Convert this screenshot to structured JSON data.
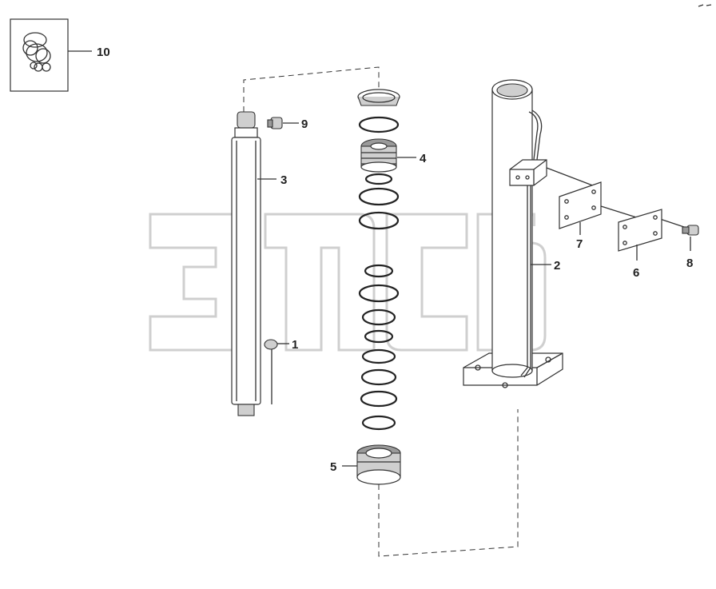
{
  "watermark": {
    "trademark": "TM"
  },
  "callouts": [
    {
      "id": "c1",
      "text": "1"
    },
    {
      "id": "c2",
      "text": "2"
    },
    {
      "id": "c3",
      "text": "3"
    },
    {
      "id": "c4",
      "text": "4"
    },
    {
      "id": "c5",
      "text": "5"
    },
    {
      "id": "c6",
      "text": "6"
    },
    {
      "id": "c7",
      "text": "7"
    },
    {
      "id": "c8",
      "text": "8"
    },
    {
      "id": "c9",
      "text": "9"
    },
    {
      "id": "c10",
      "text": "10"
    }
  ],
  "colors": {
    "line": "#333333",
    "watermark": "#cfcfcf",
    "shade": "#cfcfcf",
    "background": "#ffffff"
  }
}
